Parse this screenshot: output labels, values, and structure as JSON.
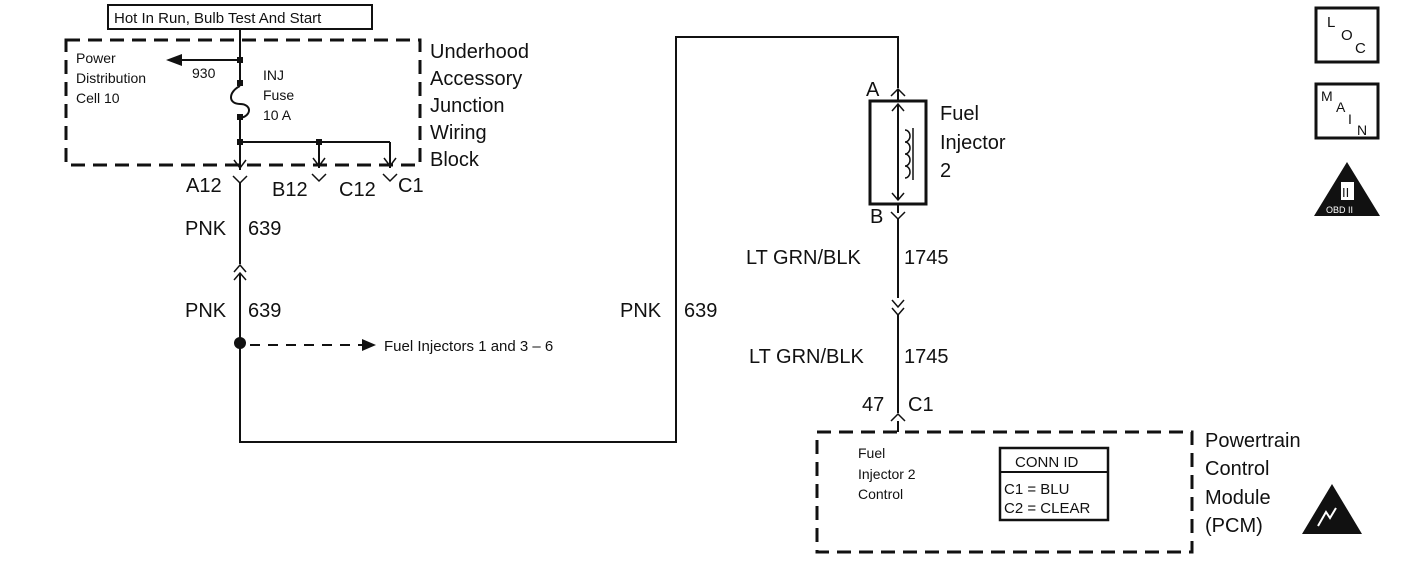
{
  "power_source": {
    "label": "Hot In Run, Bulb Test And Start"
  },
  "junction_block": {
    "name": [
      "Underhood",
      "Accessory",
      "Junction",
      "Wiring",
      "Block"
    ],
    "pdc": [
      "Power",
      "Distribution",
      "Cell 10"
    ],
    "circuit_930": "930",
    "fuse": [
      "INJ",
      "Fuse",
      "10 A"
    ],
    "connectors": {
      "a12": "A12",
      "b12": "B12",
      "c12": "C12",
      "c1": "C1"
    }
  },
  "wires": {
    "pnk": "PNK",
    "pnk_num": "639",
    "ltgrn": "LT GRN/BLK",
    "ltgrn_num": "1745"
  },
  "splice": {
    "label": "Fuel Injectors 1 and 3 – 6"
  },
  "injector": {
    "name": [
      "Fuel",
      "Injector",
      "2"
    ],
    "pin_a": "A",
    "pin_b": "B"
  },
  "pcm_connector": {
    "pin": "47",
    "conn": "C1"
  },
  "pcm": {
    "name": [
      "Powertrain",
      "Control",
      "Module",
      "(PCM)"
    ],
    "signal": [
      "Fuel",
      "Injector 2",
      "Control"
    ],
    "conn_id": {
      "title": "CONN ID",
      "c1": "C1 = BLU",
      "c2": "C2 = CLEAR"
    }
  },
  "icons": {
    "loc": [
      "L",
      "O",
      "C"
    ],
    "main": [
      "M",
      "A",
      "I",
      "N"
    ],
    "obd": [
      "II",
      "OBD II"
    ]
  }
}
